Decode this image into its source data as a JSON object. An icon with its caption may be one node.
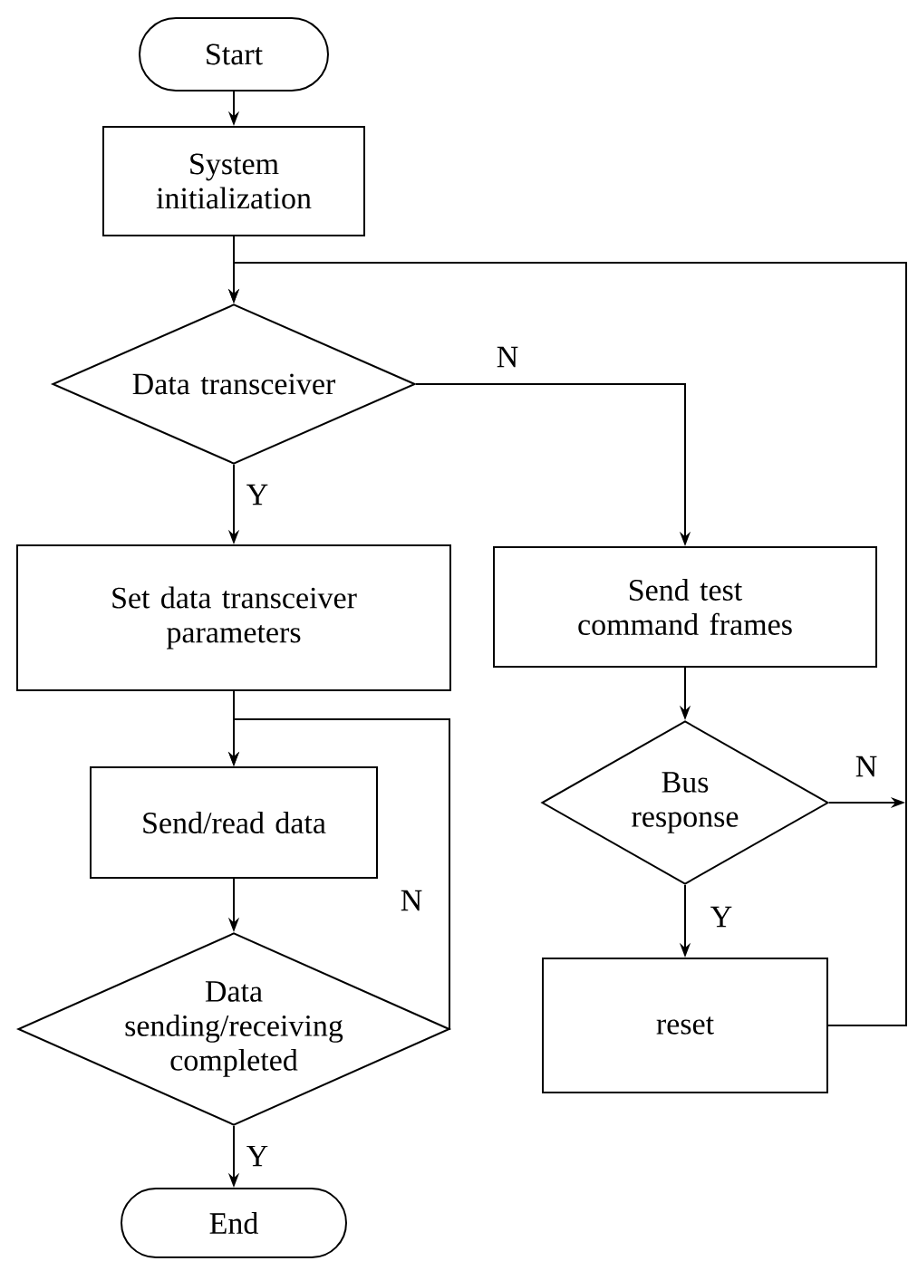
{
  "diagram": {
    "nodes": [
      {
        "text": [
          "Start"
        ]
      },
      {
        "text": [
          "System initialization"
        ]
      },
      {
        "text": [
          "Data transceiver"
        ]
      },
      {
        "text": [
          "Set data transceiver parameters"
        ]
      },
      {
        "text": [
          "Send test command frames"
        ]
      },
      {
        "text": [
          "Send/read data"
        ]
      },
      {
        "text": [
          "Bus response"
        ]
      },
      {
        "text": [
          "reset"
        ]
      },
      {
        "text": [
          "Data sending/receiving completed"
        ]
      },
      {
        "text": [
          "End"
        ]
      }
    ],
    "edges": [
      {
        "from": 0,
        "to": 1,
        "arrow": "to"
      },
      {
        "from": 1,
        "to": 2,
        "arrow": "to"
      },
      {
        "from": 2,
        "to": 3,
        "arrow": "to",
        "label": "Y"
      },
      {
        "from": 2,
        "to": 4,
        "arrow": "to",
        "label": "N"
      },
      {
        "from": 3,
        "to": 5,
        "arrow": "to"
      },
      {
        "from": 5,
        "to": 8,
        "arrow": "to"
      },
      {
        "from": 8,
        "to": 5,
        "arrow": "to",
        "label": "N"
      },
      {
        "from": 8,
        "to": 9,
        "arrow": "to",
        "label": "Y"
      },
      {
        "from": 4,
        "to": 6,
        "arrow": "to"
      },
      {
        "from": 6,
        "to": 7,
        "arrow": "to",
        "label": "Y"
      },
      {
        "from": 6,
        "to": null,
        "arrow": "to",
        "label": "N"
      },
      {
        "from": 7,
        "to": 2,
        "arrow": "to"
      }
    ]
  }
}
